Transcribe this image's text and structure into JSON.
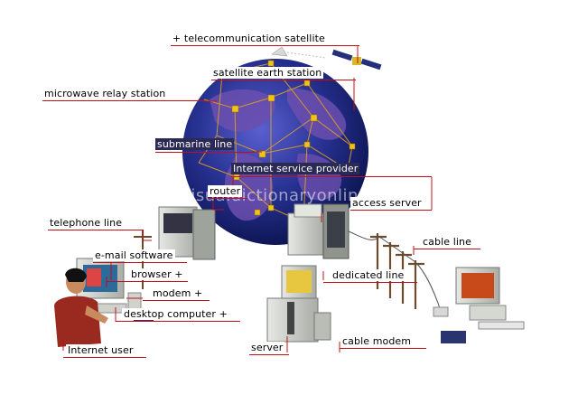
{
  "labels": {
    "telecommunication_satellite": "+ telecommunication satellite",
    "satellite_earth_station": "satellite earth station",
    "microwave_relay_station": "microwave relay station",
    "submarine_line": "submarine line",
    "internet_service_provider": "Internet service provider",
    "router": "router",
    "access_server": "access server",
    "telephone_line": "telephone line",
    "email_software": "e-mail software",
    "browser": "browser +",
    "modem": "modem +",
    "desktop_computer": "desktop computer +",
    "internet_user": "Internet user",
    "cable_line": "cable line",
    "dedicated_line": "dedicated line",
    "server": "server",
    "cable_modem": "cable modem"
  },
  "watermark": "www.visualdictionaryonline.com",
  "colors": {
    "leader_line": "#c0101a",
    "globe_ocean": "#1f2a8c",
    "globe_land": "#6a4aa0",
    "node": "#f2c21a",
    "computer_case": "#cfd2cc"
  }
}
